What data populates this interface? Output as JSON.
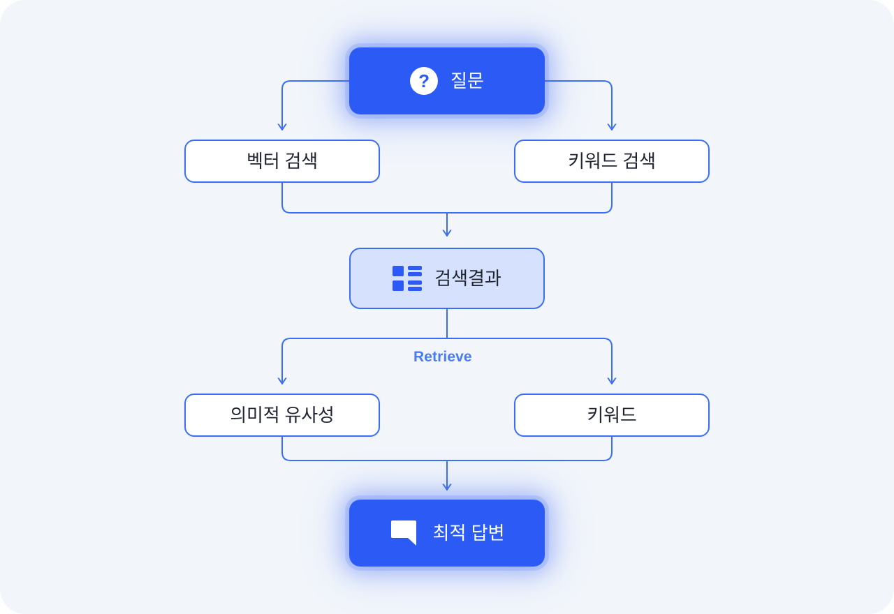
{
  "diagram": {
    "title": "Hybrid search retrieval flow",
    "background_color": "#f2f6fb",
    "accent_color": "#2b5bf4",
    "border_color": "#3b6ef6",
    "soft_fill_color": "#d6e2fd",
    "nodes": {
      "question": {
        "label": "질문",
        "icon": "question-mark-circle-icon",
        "icon_glyph": "?",
        "style": "accent"
      },
      "vector_search": {
        "label": "벡터 검색",
        "style": "plain"
      },
      "keyword_search": {
        "label": "키워드 검색",
        "style": "plain"
      },
      "search_result": {
        "label": "검색결과",
        "icon": "list-view-icon",
        "style": "soft"
      },
      "semantic_similarity": {
        "label": "의미적 유사성",
        "style": "plain"
      },
      "keyword": {
        "label": "키워드",
        "style": "plain"
      },
      "best_answer": {
        "label": "최적 답변",
        "icon": "speech-bubble-icon",
        "style": "accent"
      }
    },
    "edges": {
      "retrieve_label": "Retrieve"
    }
  }
}
